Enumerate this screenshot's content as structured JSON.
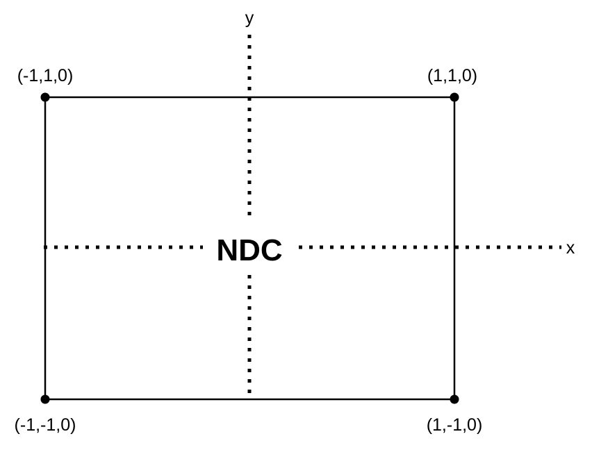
{
  "diagram": {
    "title": "NDC",
    "axes": {
      "x_label": "x",
      "y_label": "y"
    },
    "corners": {
      "top_left": "(-1,1,0)",
      "top_right": "(1,1,0)",
      "bottom_left": "(-1,-1,0)",
      "bottom_right": "(1,-1,0)"
    },
    "colors": {
      "stroke": "#000000",
      "background": "#ffffff"
    }
  }
}
